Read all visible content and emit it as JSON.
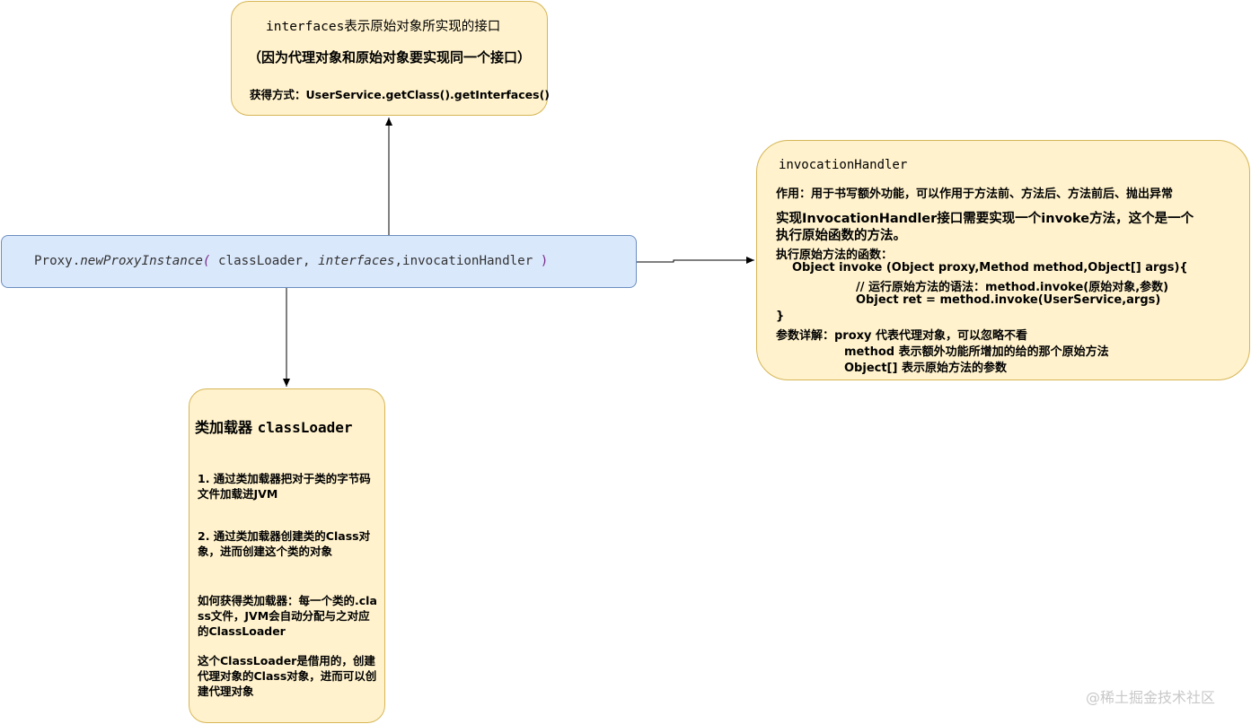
{
  "colors": {
    "note_fill": "#fff2cc",
    "note_border": "#d6b656",
    "proxy_fill": "#dae8fc",
    "proxy_border": "#6c8ebf",
    "edge": "#000000"
  },
  "interfaces_box": {
    "title": "interfaces表示原始对象所实现的接口",
    "note": "（因为代理对象和原始对象要实现同一个接口）",
    "how": "获得方式：UserService.getClass().getInterfaces()"
  },
  "proxy_box": {
    "prefix": "Proxy.",
    "method": "newProxyInstance",
    "open_paren": "(",
    "arg1": " classLoader, ",
    "arg2": "interfaces",
    "arg3": ",invocationHandler  ",
    "close_paren": ")"
  },
  "handler_box": {
    "title": "invocationHandler",
    "purpose": "作用：用于书写额外功能，可以作用于方法前、方法后、方法前后、抛出异常",
    "impl_line1": "实现InvocationHandler接口需要实现一个invoke方法，这个是一个",
    "impl_line2": "执行原始函数的方法。",
    "exec_label": "执行原始方法的函数：",
    "signature": "Object invoke (Object proxy,Method  method,Object[] args){",
    "comment": "// 运行原始方法的语法：method.invoke(原始对象,参数)",
    "call": "Object ret =  method.invoke(UserService,args)",
    "close_brace": "}",
    "params_proxy": "参数详解：proxy 代表代理对象，可以忽略不看",
    "params_method": "method 表示额外功能所增加的给的那个原始方法",
    "params_args": "Object[] 表示原始方法的参数"
  },
  "classloader_box": {
    "title_cn": "类加载器 ",
    "title_code": "classLoader",
    "p1": "1. 通过类加载器把对于类的字节码文件加载进JVM",
    "p2": "2. 通过类加载器创建类的Class对象，进而创建这个类的对象",
    "p3": "如何获得类加载器：每一个类的.class文件，JVM会自动分配与之对应的ClassLoader",
    "p4": "这个ClassLoader是借用的，创建代理对象的Class对象，进而可以创建代理对象"
  },
  "watermark": "@稀土掘金技术社区"
}
